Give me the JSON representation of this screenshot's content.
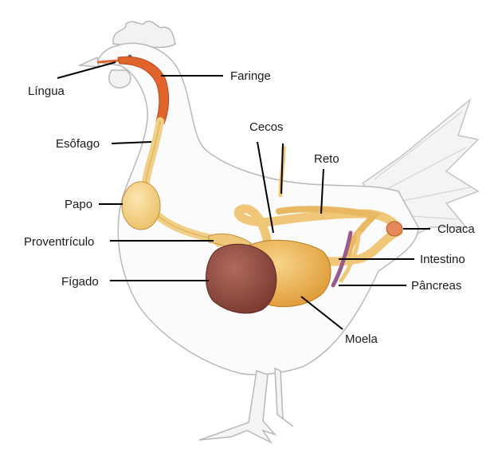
{
  "labels": {
    "lingua": "Língua",
    "faringe": "Faringe",
    "esofago": "Esôfago",
    "cecos": "Cecos",
    "reto": "Reto",
    "papo": "Papo",
    "cloaca": "Cloaca",
    "proventriculo": "Proventrículo",
    "intestino": "Intestino",
    "figado": "Fígado",
    "pancreas": "Pâncreas",
    "moela": "Moela"
  },
  "colors": {
    "body_outline": "#b8b8b8",
    "esophagus": "#f2cf86",
    "pharynx": "#e0642b",
    "liver": "#8f4a3f",
    "gizzard": "#eeb04a",
    "intestine": "#f0c779",
    "pancreas": "#9a5a8a",
    "cloaca": "#e48a5a"
  }
}
